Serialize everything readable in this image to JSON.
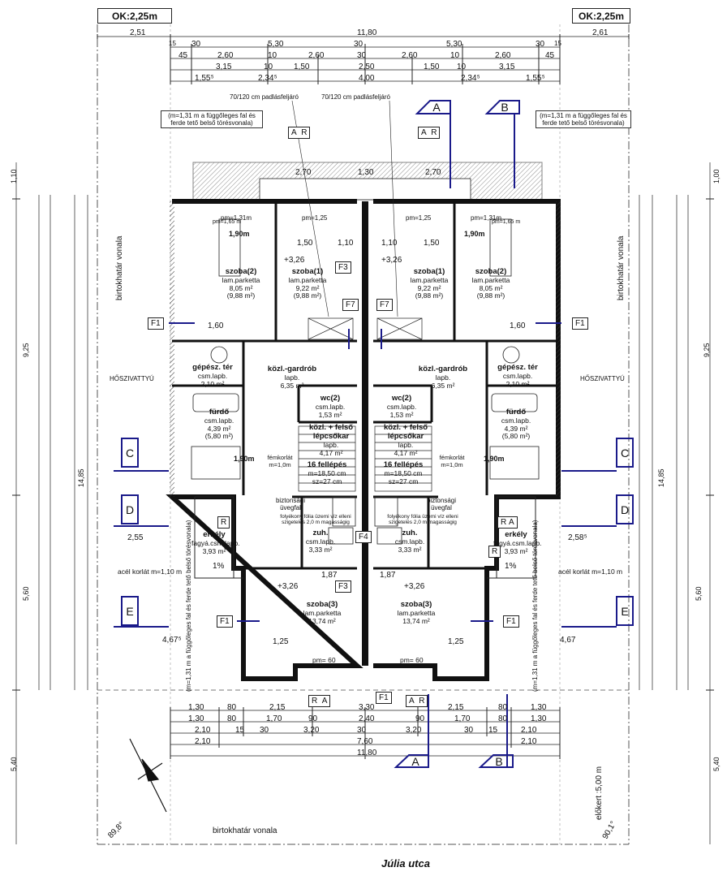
{
  "level_left": "OK:2,25m",
  "level_right": "OK:2,25m",
  "street": "Júlia utca",
  "boundary_top_left": "birtokhatár vonala",
  "boundary_top_right": "birtokhatár vonala",
  "boundary_bottom": "birtokhatár vonala",
  "setback": "előkert :5,00 m",
  "angle_left": "89,8°",
  "angle_right": "90,1°",
  "dims_top": {
    "r1": [
      "2,51",
      "11,80",
      "2,61"
    ],
    "r2": [
      "15",
      "30",
      "5,30",
      "30",
      "5,30",
      "30",
      "15"
    ],
    "r3": [
      "45",
      "2,60",
      "10",
      "2,60",
      "30",
      "2,60",
      "10",
      "2,60",
      "45"
    ],
    "r4": [
      "3,15",
      "10",
      "1,50",
      "2,50",
      "1,50",
      "10",
      "3,15"
    ],
    "r5": [
      "1,55⁵",
      "2,34⁵",
      "4,00",
      "2,34⁵",
      "1,55⁵"
    ]
  },
  "dims_bottom": {
    "r1": [
      "1,30",
      "80",
      "2,15",
      "3,30",
      "2,15",
      "80",
      "1,30"
    ],
    "r2": [
      "1,30",
      "80",
      "1,70",
      "90",
      "2,40",
      "90",
      "1,70",
      "80",
      "1,30"
    ],
    "r3": [
      "2,10",
      "15",
      "30",
      "3,20",
      "30",
      "3,20",
      "30",
      "15",
      "2,10"
    ],
    "r4": [
      "2,10",
      "7,60",
      "2,10"
    ],
    "r5": [
      "11,80"
    ]
  },
  "dims_left_outer": [
    "1,10",
    "9,25",
    "5,60",
    "5,40"
  ],
  "dims_left_mid": [
    "14,85"
  ],
  "dims_right_outer": [
    "1,00",
    "9,25",
    "5,60",
    "5,40"
  ],
  "dims_right_mid": [
    "14,85"
  ],
  "attic_ladder_left": "70/120 cm padlásfeljáró",
  "attic_ladder_right": "70/120 cm padlásfeljáró",
  "note_wall_tl": "(m=1,31 m a függőleges fal és ferde tető belső törésvonala)",
  "note_wall_tr": "(m=1,31 m a függőleges fal és ferde tető belső törésvonala)",
  "note_wall_bl": "(m=1,31 m a függőleges fal és ferde tető belső törésvonala)",
  "note_wall_br": "(m=1,31 m a függőleges fal és ferde tető belső törésvonala)",
  "heat_pump_left": "HŐSZIVATTYÚ",
  "heat_pump_right": "HŐSZIVATTYÚ",
  "railing_left": "acél korlát m=1,10 m",
  "railing_right": "acél korlát m=1,10 m",
  "slope_left": "1%",
  "slope_right": "1%",
  "height_marks": [
    "+3,26",
    "+3,26",
    "+3,26",
    "+3,26"
  ],
  "rooms": [
    {
      "name": "szoba(2)",
      "floor": "lam.parketta",
      "area": "8,05 m²",
      "area2": "(9,88 m²)"
    },
    {
      "name": "szoba(1)",
      "floor": "lam.parketta",
      "area": "9,22 m²",
      "area2": "(9,88 m²)"
    },
    {
      "name": "szoba(1)",
      "floor": "lam.parketta",
      "area": "9,22 m²",
      "area2": "(9,88 m²)"
    },
    {
      "name": "szoba(2)",
      "floor": "lam.parketta",
      "area": "8,05 m²",
      "area2": "(9,88 m²)"
    },
    {
      "name": "gépész. tér",
      "floor": "csm.lapb.",
      "area": "2,10 m²",
      "area2": ""
    },
    {
      "name": "közl.-gardrób",
      "floor": "lapb.",
      "area": "6,35 m²",
      "area2": ""
    },
    {
      "name": "közl.-gardrób",
      "floor": "lapb.",
      "area": "6,35 m²",
      "area2": ""
    },
    {
      "name": "gépész. tér",
      "floor": "csm.lapb.",
      "area": "2,10 m²",
      "area2": ""
    },
    {
      "name": "fürdő",
      "floor": "csm.lapb.",
      "area": "4,39 m²",
      "area2": "(5,80 m²)"
    },
    {
      "name": "wc(2)",
      "floor": "csm.lapb.",
      "area": "1,53 m²",
      "area2": ""
    },
    {
      "name": "wc(2)",
      "floor": "csm.lapb.",
      "area": "1,53 m²",
      "area2": ""
    },
    {
      "name": "fürdő",
      "floor": "csm.lapb.",
      "area": "4,39 m²",
      "area2": "(5,80 m²)"
    },
    {
      "name": "közl. + felső lépcsőkar",
      "floor": "lapb.",
      "area": "4,17 m²",
      "area2": ""
    },
    {
      "name": "közl. + felső lépcsőkar",
      "floor": "lapb.",
      "area": "4,17 m²",
      "area2": ""
    },
    {
      "name": "erkély",
      "floor": "fagyá.csm.lapb.",
      "area": "3,93 m²",
      "area2": ""
    },
    {
      "name": "zuh.",
      "floor": "csm.lapb.",
      "area": "3,33 m²",
      "area2": ""
    },
    {
      "name": "zuh.",
      "floor": "csm.lapb.",
      "area": "3,33 m²",
      "area2": ""
    },
    {
      "name": "erkély",
      "floor": "fagyá.csm.lapb.",
      "area": "3,93 m²",
      "area2": ""
    },
    {
      "name": "szoba(3)",
      "floor": "lam.parketta",
      "area": "13,74 m²",
      "area2": ""
    },
    {
      "name": "szoba(3)",
      "floor": "lam.parketta",
      "area": "13,74 m²",
      "area2": ""
    }
  ],
  "stairs": [
    {
      "steps": "16 fellépés",
      "m": "m=18,50 cm",
      "sz": "sz=27 cm"
    },
    {
      "steps": "16 fellépés",
      "m": "m=18,50 cm",
      "sz": "sz=27 cm"
    }
  ],
  "labels": {
    "bizt_left": "biztonsági üvegfal",
    "bizt_right": "biztonsági üvegfal",
    "folyekony_left": "folyékony fólia üzemi víz elleni szigetelés 2,0 m magasságig",
    "folyekony_right": "folyékony fólia üzemi víz elleni szigetelés 2,0 m magasságig",
    "femkorlat_left": "fémkorlát m=1,0m",
    "femkorlat_right": "fémkorlát m=1,0m",
    "pm_top": [
      "pm=1,31m",
      "pm=1,65 m",
      "pm=1,25",
      "pm=1,25",
      "pm=1,31m",
      "pm=1,65 m"
    ],
    "pm_bottom": [
      "pm= 60",
      "pm= 60"
    ],
    "dim190": [
      "1,90m",
      "1,90m",
      "1,90m",
      "1,90m"
    ],
    "dim160": [
      "1,60",
      "1,60"
    ],
    "dim270": [
      "2,70",
      "1,30",
      "2,70"
    ],
    "dim150": [
      "1,50",
      "1,10",
      "1,10",
      "1,50"
    ],
    "dim187": [
      "1,87",
      "1,87"
    ],
    "dim125": [
      "1,25",
      "1,25"
    ],
    "dim255": [
      "2,55",
      "2,58⁵"
    ],
    "dim467": [
      "4,67⁵",
      "4,67"
    ]
  },
  "section_marks": {
    "A_top": "A",
    "B_top": "B",
    "A_bottom": "A",
    "B_bottom": "B",
    "C_left": "C",
    "C_right": "C",
    "D_left": "D",
    "D_right": "D",
    "E_left": "E",
    "E_right": "E"
  },
  "boxes": {
    "ar_top_left": [
      "A",
      "R"
    ],
    "ar_top_right": [
      "A",
      "R"
    ],
    "ra_bottom_left": [
      "R",
      "A"
    ],
    "ar_bottom_right": [
      "A",
      "R"
    ],
    "r_left": "R",
    "r_right": "R",
    "ra_right": [
      "R",
      "A"
    ],
    "f_labels": [
      "F1",
      "F1",
      "F1",
      "F1",
      "F1",
      "F3",
      "F3",
      "F4",
      "F7",
      "F7"
    ]
  }
}
